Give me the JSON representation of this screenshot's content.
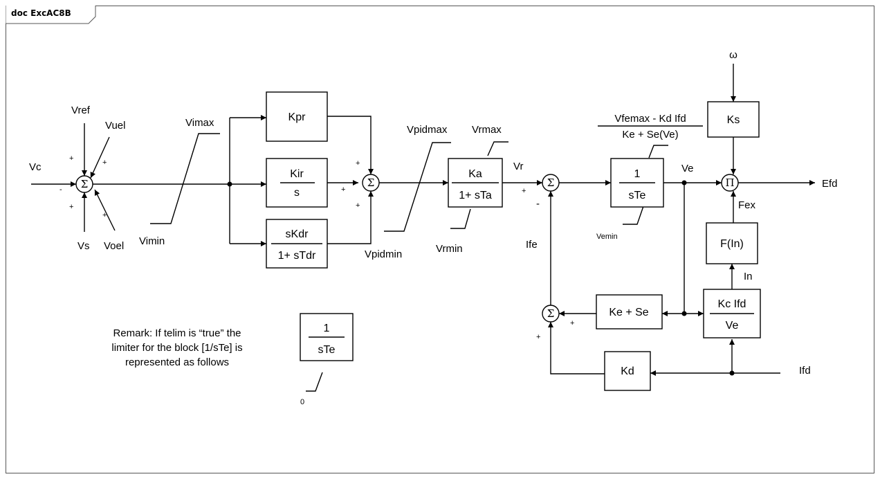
{
  "diagram": {
    "title": "doc ExcAC8B",
    "inputs": {
      "vc": "Vc",
      "vref": "Vref",
      "vuel": "Vuel",
      "vs": "Vs",
      "voel": "Voel",
      "omega": "ω",
      "ifd": "Ifd"
    },
    "output": "Efd",
    "limits": {
      "vimax": "Vimax",
      "vimin": "Vimin",
      "vpidmax": "Vpidmax",
      "vpidmin": "Vpidmin",
      "vrmax": "Vrmax",
      "vrmin": "Vrmin",
      "vemin": "Vemin",
      "vfemax_num": "Vfemax - Kd Ifd",
      "vfemax_den": "Ke + Se(Ve)",
      "remark_min": "0"
    },
    "signals": {
      "vr": "Vr",
      "ve": "Ve",
      "ife": "Ife",
      "fex": "Fex",
      "in": "In"
    },
    "blocks": {
      "kpr": "Kpr",
      "kir_num": "Kir",
      "kir_den": "s",
      "kdr_num": "sKdr",
      "kdr_den": "1+ sTdr",
      "ka_num": "Ka",
      "ka_den": "1+ sTa",
      "te_num": "1",
      "te_den": "sTe",
      "ks": "Ks",
      "fin": "F(In)",
      "kc_num": "Kc Ifd",
      "kc_den": "Ve",
      "kese": "Ke + Se",
      "kd": "Kd",
      "remark_num": "1",
      "remark_den": "sTe"
    },
    "symbols": {
      "sum": "Σ",
      "product": "Π"
    },
    "signs": {
      "plus": "+",
      "minus": "-"
    },
    "remark": {
      "line1": "Remark: If telim is “true” the",
      "line2": "limiter for the block [1/sTe] is",
      "line3": "represented as follows"
    }
  }
}
